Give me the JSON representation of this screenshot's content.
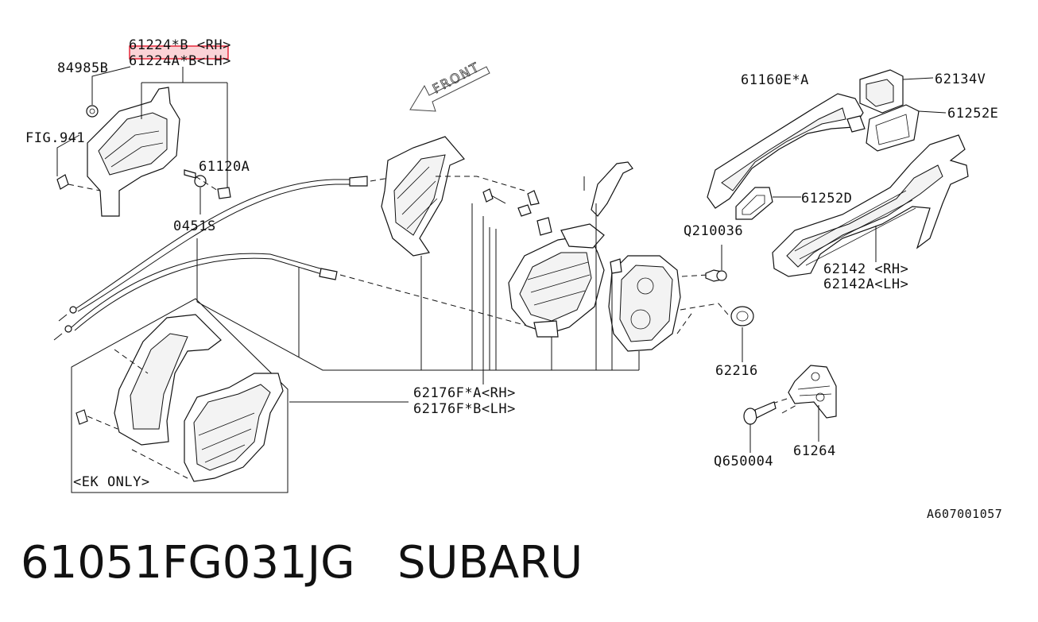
{
  "labels": {
    "p61224b_rh": "61224*B <RH>",
    "p61224ab_lh": "61224A*B<LH>",
    "p84985b": "84985B",
    "fig941": "FIG.941",
    "p61120a": "61120A",
    "p0451s": "0451S",
    "front": "FRONT",
    "p61160e": "61160E*A",
    "p62134v": "62134V",
    "p61252e": "61252E",
    "p61252d": "61252D",
    "q210036": "Q210036",
    "p62142_rh": "62142 <RH>",
    "p62142a_lh": "62142A<LH>",
    "p62216": "62216",
    "p62176fa_rh": "62176F*A<RH>",
    "p62176fb_lh": "62176F*B<LH>",
    "p61264": "61264",
    "q650004": "Q650004",
    "ek_only": "<EK ONLY>",
    "diagram_code": "A607001057"
  },
  "caption": {
    "part_number": "61051FG031JG",
    "brand": "SUBARU",
    "text": "61051FG031JG   SUBARU"
  },
  "colors": {
    "highlight": "#e8283a",
    "highlight_fill": "#fbd3d6",
    "ink": "#111111"
  }
}
